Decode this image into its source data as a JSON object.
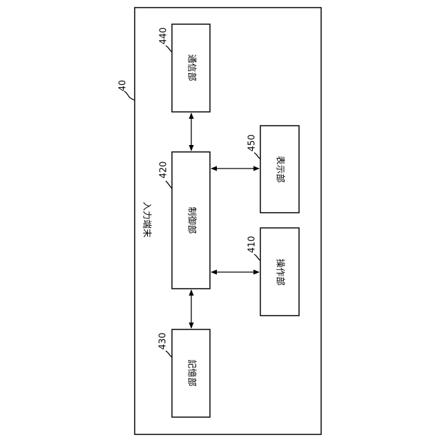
{
  "device": {
    "ref": "40",
    "title": "入力端末"
  },
  "blocks": {
    "communication": {
      "ref": "440",
      "label": "通信部"
    },
    "control": {
      "ref": "420",
      "label": "制御部"
    },
    "display": {
      "ref": "450",
      "label": "表示部"
    },
    "operation": {
      "ref": "410",
      "label": "操作部"
    },
    "storage": {
      "ref": "430",
      "label": "記憶部"
    }
  }
}
